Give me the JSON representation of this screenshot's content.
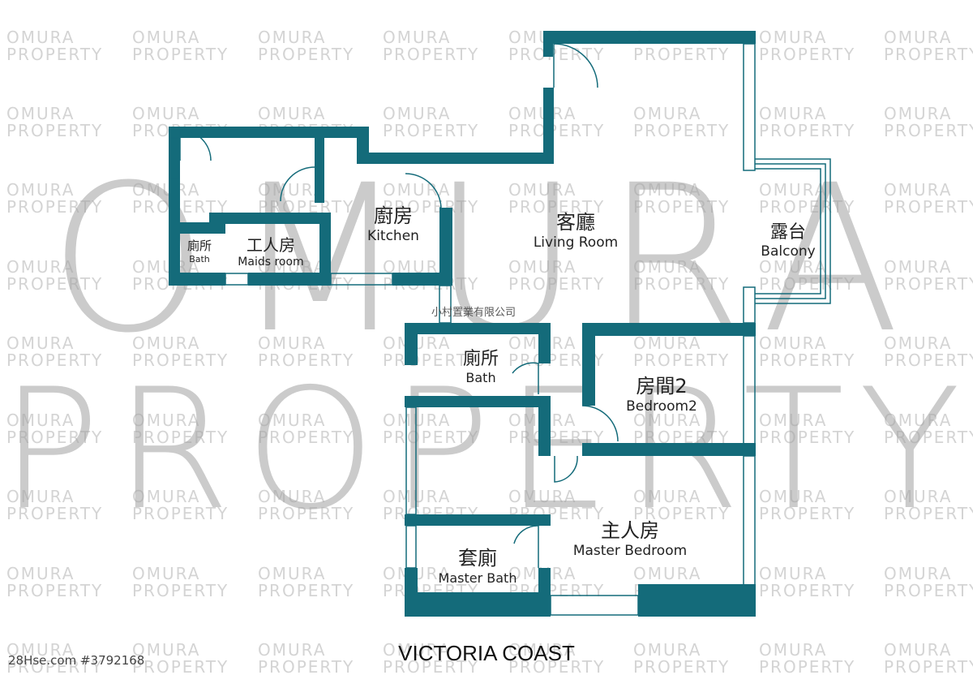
{
  "watermark": {
    "line1": "OMURA",
    "line2": "PROPERTY"
  },
  "company": "小村置業有限公司",
  "project_name": "VICTORIA COAST",
  "listing_ref": "28Hse.com #3792168",
  "colors": {
    "wall": "#146b7a",
    "window": "#146b7a",
    "label": "#222222"
  },
  "rooms": {
    "living": {
      "zh": "客廳",
      "en": "Living Room"
    },
    "kitchen": {
      "zh": "廚房",
      "en": "Kitchen"
    },
    "maids": {
      "zh": "工人房",
      "en": "Maids room"
    },
    "maids_bath": {
      "zh": "廁所",
      "en": "Bath"
    },
    "balcony": {
      "zh": "露台",
      "en": "Balcony"
    },
    "bath": {
      "zh": "廁所",
      "en": "Bath"
    },
    "bedroom2": {
      "zh": "房間2",
      "en": "Bedroom2"
    },
    "master": {
      "zh": "主人房",
      "en": "Master Bedroom"
    },
    "master_bath": {
      "zh": "套廁",
      "en": "Master Bath"
    }
  }
}
